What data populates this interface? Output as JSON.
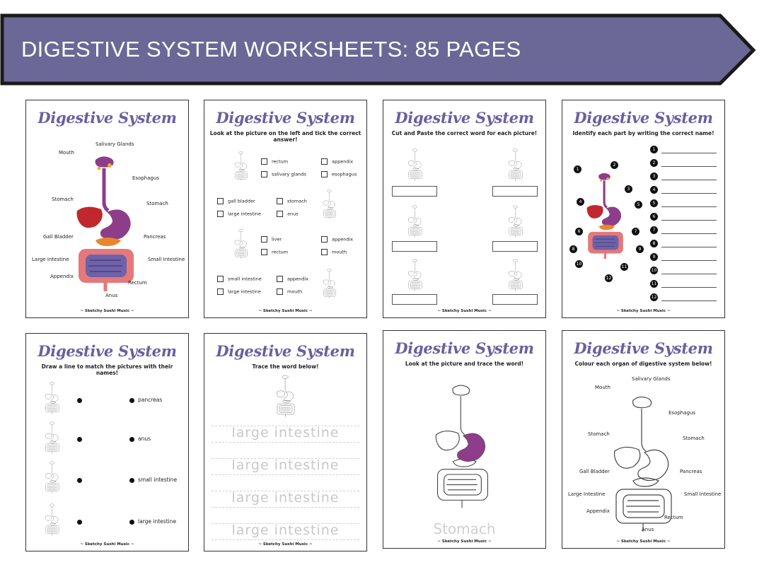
{
  "banner": {
    "title": "DIGESTIVE SYSTEM WORKSHEETS: 85 PAGES",
    "fill_color": "#6b6897",
    "border_color": "#1a1a1a"
  },
  "colors": {
    "title_purple": "#6b5ea0",
    "stomach_purple": "#8e3d8a",
    "liver_red": "#c0282d",
    "pancreas_orange": "#e8862a",
    "intestine_pink": "#e4787a",
    "small_intestine_purple": "#6f62a8"
  },
  "common": {
    "page_title": "Digestive System",
    "footer": "~ Sketchy Sushi Music ~"
  },
  "pages": [
    {
      "instruction": "",
      "labels": {
        "salivary_glands": "Salivary Glands",
        "mouth": "Mouth",
        "esophagus": "Esophagus",
        "stomach_left": "Stomach",
        "stomach_right": "Stomach",
        "gall_bladder": "Gall Bladder",
        "pancreas": "Pancreas",
        "large_intestine": "Large Intestine",
        "small_intestine": "Small Intestine",
        "appendix": "Appendix",
        "rectum": "Rectum",
        "anus": "Anus"
      }
    },
    {
      "instruction": "Look at the picture on the left and tick the correct answer!",
      "options": [
        [
          "rectum",
          "appendix",
          "salivary glands",
          "esophagus"
        ],
        [
          "gall bladder",
          "stomach",
          "large intestine",
          "anus"
        ],
        [
          "liver",
          "appendix",
          "rectum",
          "mouth"
        ],
        [
          "small intestine",
          "appendix",
          "large intestine",
          "mouth"
        ]
      ]
    },
    {
      "instruction": "Cut and Paste the correct word for each picture!"
    },
    {
      "instruction": "Identify each part by writing the correct name!",
      "numbers": [
        "1",
        "2",
        "3",
        "4",
        "5",
        "6",
        "7",
        "8",
        "9",
        "10",
        "11",
        "12"
      ]
    },
    {
      "instruction": "Draw a line to match the pictures with their names!",
      "words": [
        "pancreas",
        "anus",
        "small intestine",
        "large intestine"
      ]
    },
    {
      "instruction": "Trace the word below!",
      "trace_word": "large intestine"
    },
    {
      "instruction": "Look at the picture and trace the word!",
      "trace_word": "Stomach"
    },
    {
      "instruction": "Colour each organ of digestive system below!",
      "labels": {
        "salivary_glands": "Salivary Glands",
        "mouth": "Mouth",
        "esophagus": "Esophagus",
        "stomach_left": "Stomach",
        "stomach_right": "Stomach",
        "gall_bladder": "Gall Bladder",
        "pancreas": "Pancreas",
        "large_intestine": "Large Intestine",
        "small_intestine": "Small Intestine",
        "appendix": "Appendix",
        "rectum": "Rectum",
        "anus": "Anus"
      }
    }
  ]
}
